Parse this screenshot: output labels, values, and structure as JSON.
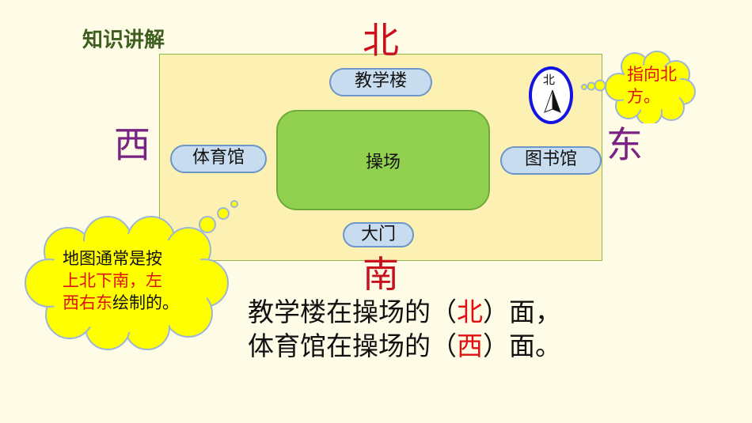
{
  "section_title": "知识讲解",
  "directions": {
    "north": "北",
    "south": "南",
    "west": "西",
    "east": "东"
  },
  "places": {
    "teaching_building": "教学楼",
    "gymnasium": "体育馆",
    "library": "图书馆",
    "playground": "操场",
    "gate": "大门"
  },
  "compass": {
    "label": "北"
  },
  "callout_right": {
    "text": "指向北方。"
  },
  "callout_left": {
    "line1": "地图通常是按",
    "line2_red": "上北下南，左",
    "line3_red": "西右东",
    "line3_rest": "绘制的。"
  },
  "questions": [
    {
      "before": "教学楼在操场的（",
      "answer": "北",
      "after": "）面，"
    },
    {
      "before": "体育馆在操场的（",
      "answer": "西",
      "after": "）面。"
    }
  ],
  "colors": {
    "accent_red": "#E01010",
    "direction_purple": "#7A2283",
    "field_green": "#92D050",
    "bubble_yellow": "#FFFF00"
  }
}
